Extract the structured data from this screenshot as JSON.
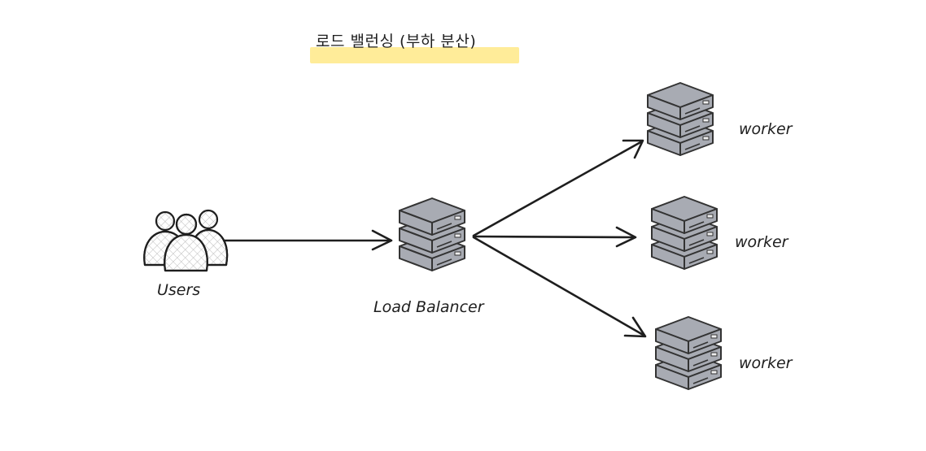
{
  "title": "로드 밸런싱 (부하 분산)",
  "nodes": {
    "users": {
      "label": "Users",
      "icon": "users-icon"
    },
    "load_balancer": {
      "label": "Load Balancer",
      "icon": "server-stack-icon"
    },
    "workers": [
      {
        "label": "worker",
        "icon": "server-stack-icon"
      },
      {
        "label": "worker",
        "icon": "server-stack-icon"
      },
      {
        "label": "worker",
        "icon": "server-stack-icon"
      }
    ]
  },
  "edges": [
    {
      "from": "Users",
      "to": "Load Balancer"
    },
    {
      "from": "Load Balancer",
      "to": "worker 1"
    },
    {
      "from": "Load Balancer",
      "to": "worker 2"
    },
    {
      "from": "Load Balancer",
      "to": "worker 3"
    }
  ],
  "colors": {
    "title_highlight": "#ffec99",
    "server_fill": "#a8abb3",
    "stroke": "#1e1e1e"
  }
}
